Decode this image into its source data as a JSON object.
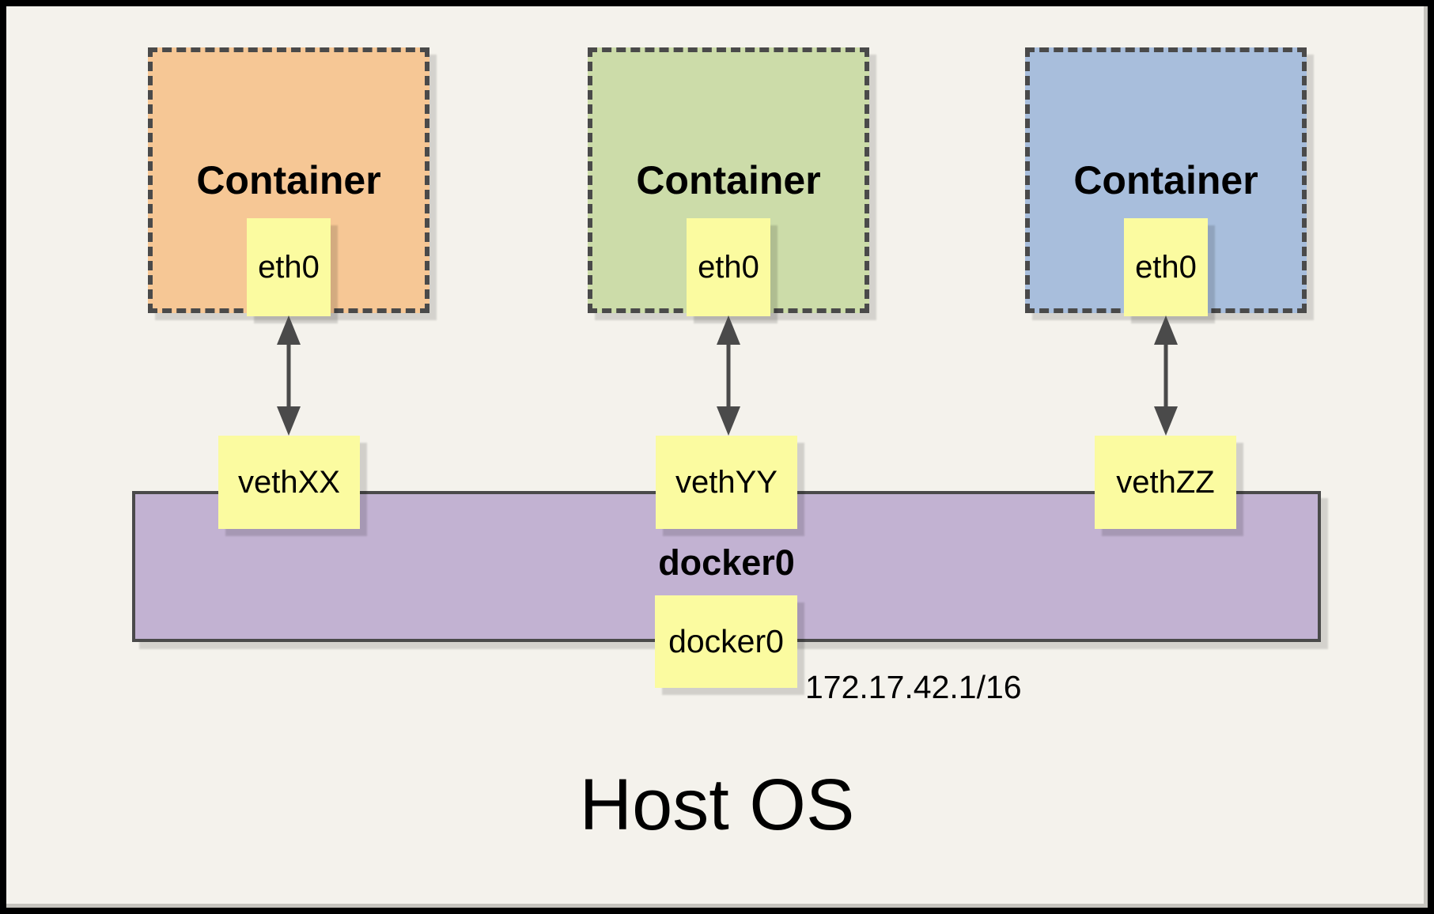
{
  "title": "Docker bridge networking diagram",
  "containers": [
    {
      "label": "Container",
      "interface": "eth0",
      "fill": "#F6C795"
    },
    {
      "label": "Container",
      "interface": "eth0",
      "fill": "#CCDCA9"
    },
    {
      "label": "Container",
      "interface": "eth0",
      "fill": "#A8BEDC"
    }
  ],
  "veths": [
    {
      "label": "vethXX"
    },
    {
      "label": "vethYY"
    },
    {
      "label": "vethZZ"
    }
  ],
  "bridge": {
    "name": "docker0",
    "interface_label": "docker0",
    "ip": "172.17.42.1/16",
    "fill": "#C2B2D2"
  },
  "host": {
    "label": "Host OS"
  },
  "colors": {
    "background": "#F4F2EC",
    "frame_border": "#000000",
    "dashed_border": "#4A4A4A",
    "note_yellow": "#FBFBA0",
    "arrow_gray": "#4A4A4A",
    "shadow": "#D8D6D0"
  }
}
